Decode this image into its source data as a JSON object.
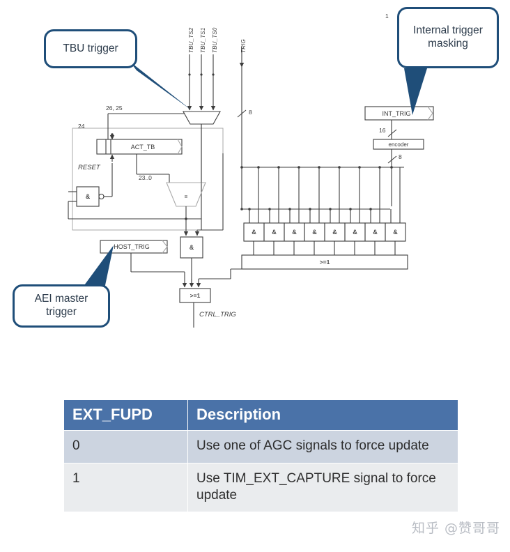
{
  "diagram": {
    "callouts": [
      {
        "id": "tbu",
        "text": "TBU trigger"
      },
      {
        "id": "internal",
        "text": "Internal trigger masking"
      },
      {
        "id": "aei",
        "text": "AEI master trigger"
      }
    ],
    "input_signals": [
      {
        "name": "TBU_TS2"
      },
      {
        "name": "TBU_TS1"
      },
      {
        "name": "TBU_TS0"
      },
      {
        "name": "TRIG"
      }
    ],
    "blocks": [
      {
        "name": "ACT_TB"
      },
      {
        "name": "HOST_TRIG"
      },
      {
        "name": "INT_TRIG"
      },
      {
        "name": "encoder"
      }
    ],
    "bus_labels": [
      "26, 25",
      "24",
      "23..0",
      "8",
      "16",
      "8",
      "8",
      "1"
    ],
    "gate_labels": {
      "and": "&",
      "or": ">=1",
      "compare": "=",
      "and_array_count": 8
    },
    "output_signal": "CTRL_TRIG",
    "reset_label": "RESET",
    "colors": {
      "callout_border": "#1f4e79",
      "callout_text": "#2b3a4a",
      "wire": "#3d3d3d",
      "frame": "#a9a9a9"
    }
  },
  "table": {
    "headers": [
      "EXT_FUPD",
      "Description"
    ],
    "rows": [
      {
        "code": "0",
        "description": "Use one of AGC signals to force update"
      },
      {
        "code": "1",
        "description": "Use TIM_EXT_CAPTURE signal to force update"
      }
    ],
    "header_color": "#4a72a8",
    "row_colors": [
      "#ccd4e0",
      "#eaecee"
    ]
  },
  "watermark": {
    "text": "知乎 @赞哥哥"
  }
}
